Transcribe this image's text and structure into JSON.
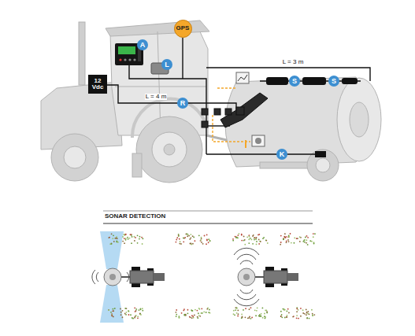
{
  "diagram": {
    "title": "SONAR DETECTION",
    "nodes": [
      {
        "text": [
          "A"
        ]
      },
      {
        "text": [
          "GPS"
        ]
      },
      {
        "text": [
          "L"
        ]
      },
      {
        "text": [
          "12 Vdc"
        ]
      },
      {
        "text": [
          "R"
        ]
      },
      {
        "text": [
          "S"
        ]
      },
      {
        "text": [
          "S"
        ]
      },
      {
        "text": [
          "K"
        ]
      }
    ],
    "labels": [
      "L = 3 m",
      "L = 4 m"
    ]
  }
}
